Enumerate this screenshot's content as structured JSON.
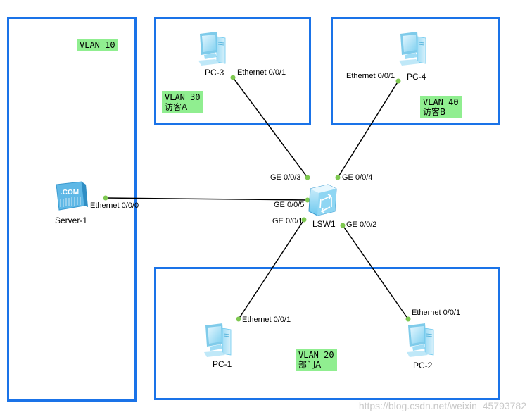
{
  "zones": [
    {
      "id": "vlan10",
      "label": "VLAN 10",
      "sub": ""
    },
    {
      "id": "vlan30",
      "label": "VLAN 30",
      "sub": "访客A"
    },
    {
      "id": "vlan40",
      "label": "VLAN 40",
      "sub": "访客B"
    },
    {
      "id": "vlan20",
      "label": "VLAN 20",
      "sub": "部门A"
    }
  ],
  "devices": {
    "server1": "Server-1",
    "pc1": "PC-1",
    "pc2": "PC-2",
    "pc3": "PC-3",
    "pc4": "PC-4",
    "switch": "LSW1"
  },
  "server_badge": ".COM",
  "ports": {
    "server1_eth": "Ethernet 0/0/0",
    "pc3_eth": "Ethernet 0/0/1",
    "pc4_eth": "Ethernet 0/0/1",
    "pc1_eth": "Ethernet 0/0/1",
    "pc2_eth": "Ethernet 0/0/1",
    "sw_ge3": "GE 0/0/3",
    "sw_ge4": "GE 0/0/4",
    "sw_ge5": "GE 0/0/5",
    "sw_ge1": "GE 0/0/1",
    "sw_ge2": "GE 0/0/2"
  },
  "watermark": "https://blog.csdn.net/weixin_45793782",
  "colors": {
    "zone_border": "#1a73e8",
    "label_bg": "#90ee90",
    "link": "#000000",
    "port_dot": "#7ec850"
  }
}
